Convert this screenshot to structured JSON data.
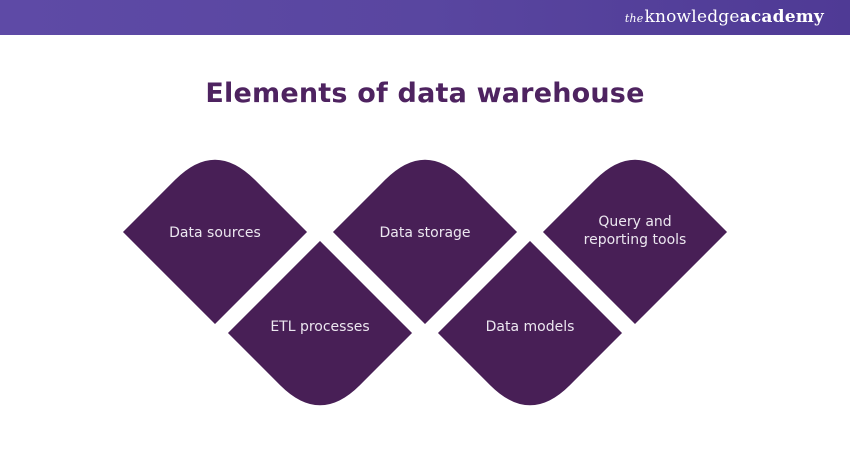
{
  "header": {
    "logo": {
      "prefix": "the",
      "word1": "knowledge",
      "word2": "academy"
    },
    "colors": {
      "bar": "#5946a0",
      "logo_text": "#ffffff"
    }
  },
  "title": "Elements of data warehouse",
  "colors": {
    "title": "#4e2360",
    "shape_fill": "#481f56",
    "shape_text": "#ece7f0"
  },
  "elements": [
    {
      "id": "data-sources",
      "lines": [
        "Data sources"
      ],
      "row": "top"
    },
    {
      "id": "etl-processes",
      "lines": [
        "ETL processes"
      ],
      "row": "bottom"
    },
    {
      "id": "data-storage",
      "lines": [
        "Data storage"
      ],
      "row": "top"
    },
    {
      "id": "data-models",
      "lines": [
        "Data models"
      ],
      "row": "bottom"
    },
    {
      "id": "query-and-reporting-tools",
      "lines": [
        "Query and",
        "reporting tools"
      ],
      "row": "top"
    }
  ]
}
